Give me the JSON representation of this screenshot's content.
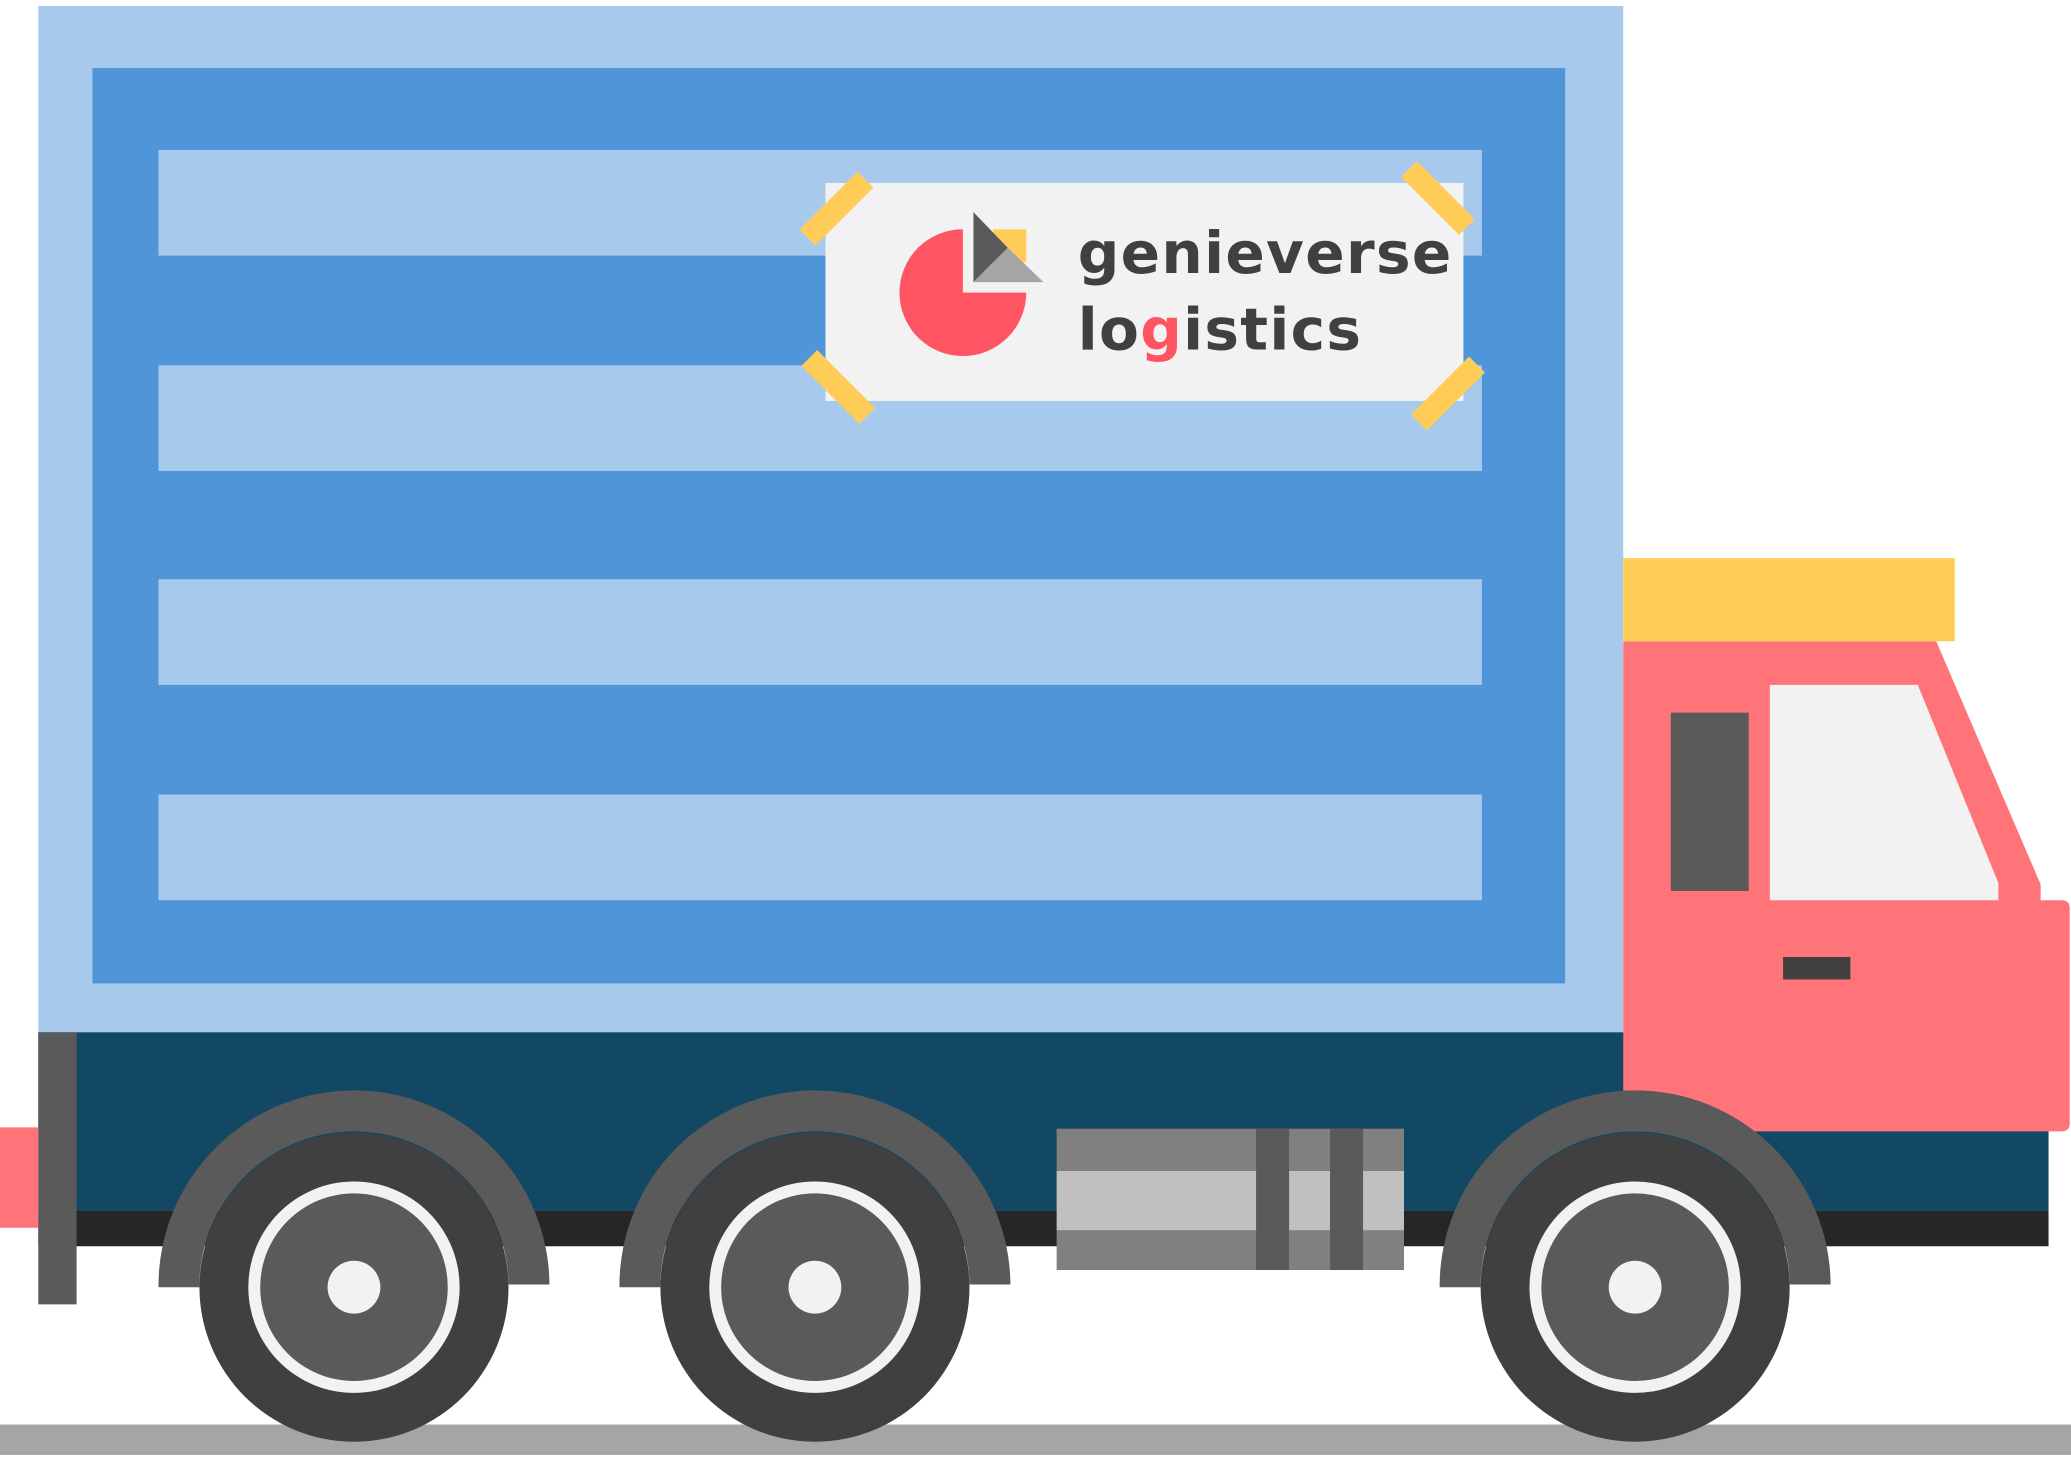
{
  "logo": {
    "line1": "genieverse",
    "line2_prefix": "lo",
    "line2_accent": "g",
    "line2_suffix": "istics"
  },
  "colors": {
    "box_light": "#A7C9EB",
    "box_blue": "#4F95D8",
    "chassis": "#124863",
    "cab": "#FF7479",
    "roof": "#FFCC58",
    "logo_red": "#FF5562",
    "dark_gray": "#5A5A5A",
    "tire": "#404040",
    "ground": "#A5A5A5"
  }
}
